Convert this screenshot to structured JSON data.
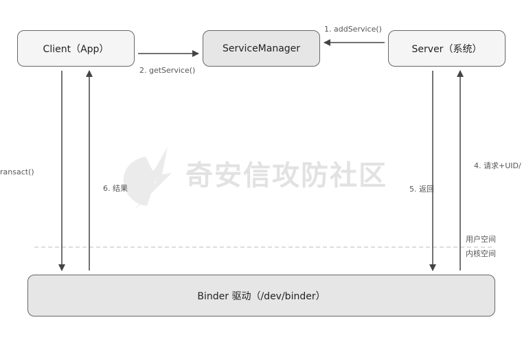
{
  "nodes": {
    "client": "Client（App）",
    "service_manager": "ServiceManager",
    "server": "Server（系统）",
    "binder": "Binder 驱动（/dev/binder）"
  },
  "edges": {
    "add_service": "1. addService()",
    "get_service": "2. getService()",
    "transact": "ransact()",
    "request_uid": "4. 请求+UID/",
    "return": "5. 返回",
    "result": "6. 结果"
  },
  "zones": {
    "user_space": "用户空间",
    "kernel_space": "内核空间"
  },
  "watermark": {
    "text": "奇安信攻防社区"
  },
  "colors": {
    "stroke": "#444444",
    "node_light": "#f5f5f5",
    "node_gray": "#e6e6e6",
    "divider": "#bbbbbb"
  }
}
